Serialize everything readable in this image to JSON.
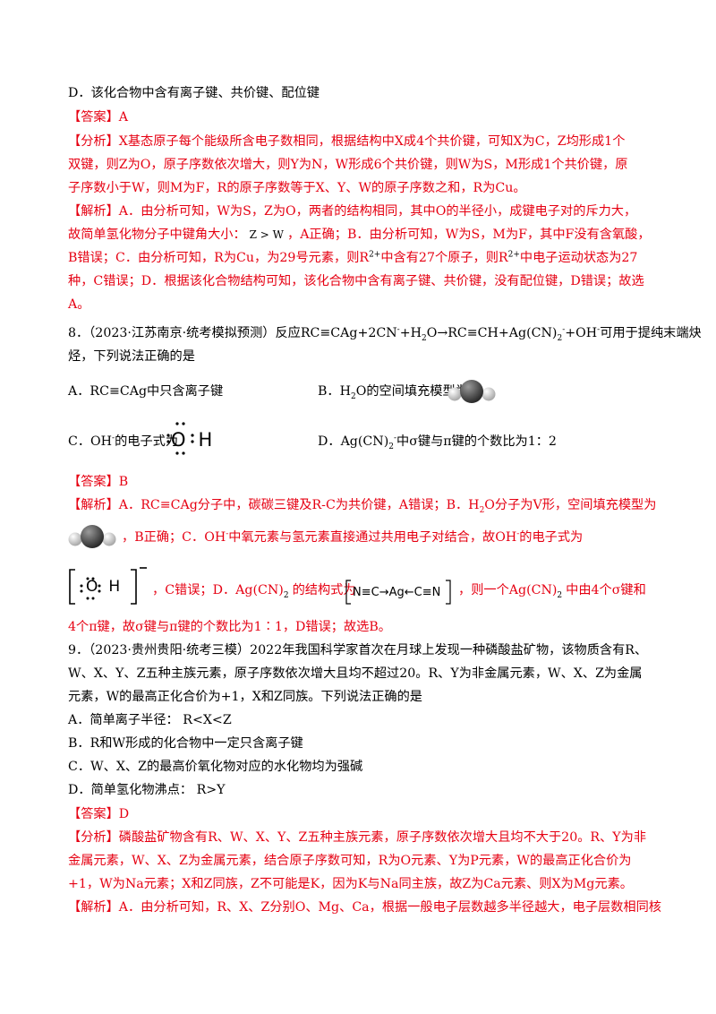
{
  "q7": {
    "option_d": "D．该化合物中含有离子键、共价键、配位键",
    "answer": "【答案】A",
    "analysis_tag": "【分析】",
    "analysis_l1": "X基态原子每个能级所含电子数相同，根据结构中X成4个共价键，可知X为C，Z均形成1个",
    "analysis_l2": "双键，则Z为O，原子序数依次增大，则Y为N，W形成6个共价键，则W为S，M形成1个共价键，原",
    "analysis_l3": "子序数小于W，则M为F，R的原子序数等于X、Y、W的原子序数之和，R为Cu。",
    "solution_tag": "【解析】",
    "solution_l1": "A．由分析可知，W为S，Z为O，两者的结构相同，其中O的半径小，成键电子对的斥力大，",
    "solution_l2a": "故简单氢化物分子中键角大小：",
    "solution_l2b": "Z > W",
    "solution_l2c": "，A正确；B．由分析可知，W为S，M为F，其中F没有含氧酸，",
    "solution_l3a": "B错误；C．由分析可知，R为Cu，为29号元素，则R",
    "solution_l3sup": "2+",
    "solution_l3b": "中含有27个原子，则R",
    "solution_l3sup2": "2+",
    "solution_l3c": "中电子运动状态为27",
    "solution_l4": "种，C错误；D．根据该化合物结构可知，该化合物中含有离子键、共价键，没有配位键，D错误；故选",
    "solution_l5": "A。"
  },
  "q8": {
    "stem_l1a": "8．（2023·江苏南京·统考模拟预测）反应RC≡CAg+2CN",
    "stem_l1sup1": "-",
    "stem_l1b": "+H",
    "stem_l1sub1": "2",
    "stem_l1c": "O→RC≡CH+Ag(CN)",
    "stem_l1sub2": "2",
    "stem_l1sup2": "-",
    "stem_l1d": "+OH",
    "stem_l1sup3": "-",
    "stem_l1e": "可用于提纯末端炔",
    "stem_l2": "烃，下列说法正确的是",
    "opt_a": "A．RC≡CAg中只含离子键",
    "opt_b_pre": "B．H",
    "opt_b_sub": "2",
    "opt_b_post": "O的空间填充模型为",
    "opt_c_pre": "C．OH",
    "opt_c_sup": "-",
    "opt_c_post": "的电子式为",
    "opt_c_o": "O",
    "opt_c_h": "H",
    "opt_d_pre": "D．Ag(CN)",
    "opt_d_sub": "2",
    "opt_d_sup": "-",
    "opt_d_post": "中σ键与π键的个数比为1：2",
    "answer": "【答案】B",
    "solution_tag": "【解析】",
    "sol_l1a": "A．RC≡CAg分子中，碳碳三键及R-C为共价键，A错误；B．H",
    "sol_l1sub": "2",
    "sol_l1b": "O分子为V形，空间填充模型为",
    "sol_l2a": "，B正确；C．OH",
    "sol_l2sup": "-",
    "sol_l2b": "中氧元素与氢元素直接通过共用电子对结合，故OH",
    "sol_l2sup2": "-",
    "sol_l2c": "的电子式为",
    "sol_l3a": "，C错误；D．Ag(CN)",
    "sol_l3sub": "2",
    "sol_l3b": "的结构式为",
    "sol_l3c": "，则一个Ag(CN)",
    "sol_l3sub2": "2",
    "sol_l3d": "中由4个σ键和",
    "struct_n1": "N≡C",
    "struct_ag": "→Ag←",
    "struct_n2": "C≡N",
    "bracket_charge": "−",
    "sol_l4": "4个π键，故σ键与π键的个数比为1∶1，D错误；故选B。"
  },
  "q9": {
    "stem_l1": "9．（2023·贵州贵阳·统考三模）2022年我国科学家首次在月球上发现一种磷酸盐矿物，该物质含有R、",
    "stem_l2": "W、X、Y、Z五种主族元素，原子序数依次增大且均不超过20。R、Y为非金属元素，W、X、Z为金属",
    "stem_l3": "元素，W的最高正化合价为+1，X和Z同族。下列说法正确的是",
    "opt_a": "A．简单离子半径：  R<X<Z",
    "opt_b": "B．R和W形成的化合物中一定只含离子键",
    "opt_c": "C．W、X、Z的最高价氧化物对应的水化物均为强碱",
    "opt_d": "D．简单氢化物沸点：  R>Y",
    "answer": "【答案】D",
    "analysis_tag": "【分析】",
    "ana_l1": "磷酸盐矿物含有R、W、X、Y、Z五种主族元素，原子序数依次增大且均不大于20。R、Y为非",
    "ana_l2": "金属元素，W、X、Z为金属元素，结合原子序数可知，R为O元素、Y为P元素，W的最高正化合价为",
    "ana_l3": "+1，W为Na元素；X和Z同族，Z不可能是K，因为K与Na同主族，故Z为Ca元素、则X为Mg元素。",
    "solution_tag": "【解析】",
    "sol_l1": "A．由分析可知，R、X、Z分别O、Mg、Ca，根据一般电子层数越多半径越大，电子层数相同核"
  }
}
